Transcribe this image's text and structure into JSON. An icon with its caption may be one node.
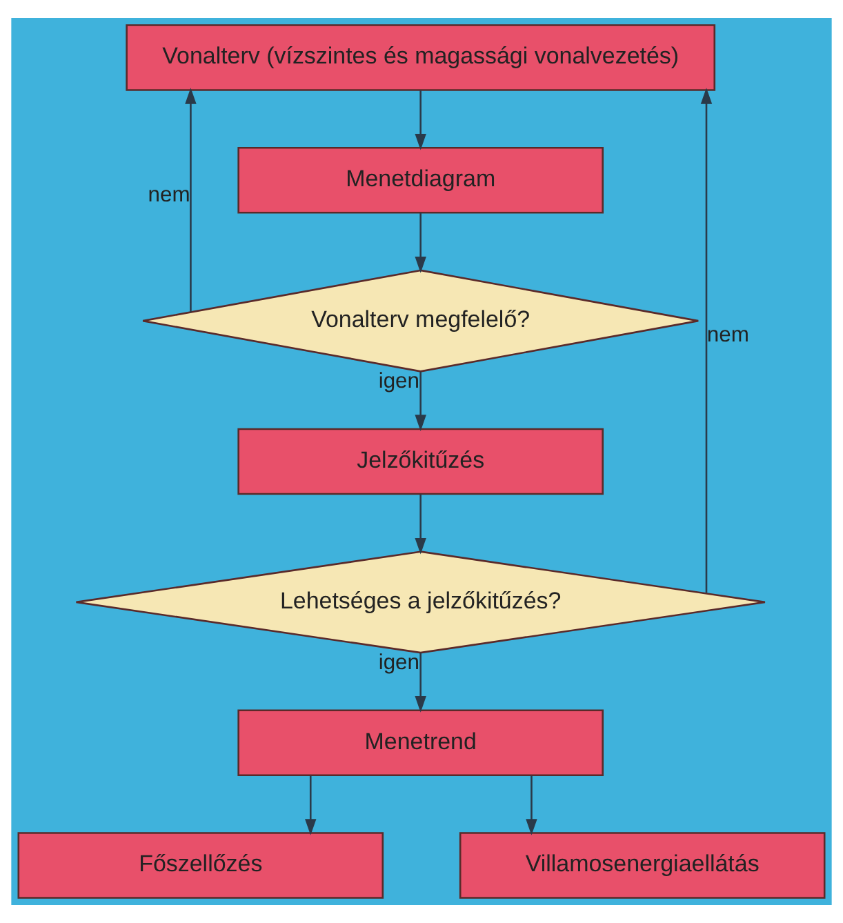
{
  "diagram": {
    "nodes": [
      {
        "text": [
          "Vonalterv (vízszintes és magassági vonalvezetés)"
        ]
      },
      {
        "text": [
          "Menetdiagram"
        ]
      },
      {
        "text": [
          "Vonalterv megfelelő?"
        ]
      },
      {
        "text": [
          "Jelzőkitűzés"
        ]
      },
      {
        "text": [
          "Lehetséges a jelzőkitűzés?"
        ]
      },
      {
        "text": [
          "Menetrend"
        ]
      },
      {
        "text": [
          "Főszellőzés"
        ]
      },
      {
        "text": [
          "Villamosenergiaellátás"
        ]
      }
    ],
    "edges": [
      {
        "from": 0,
        "to": 1,
        "arrow": "to"
      },
      {
        "from": 1,
        "to": 2,
        "arrow": "to"
      },
      {
        "from": 2,
        "to": 0,
        "arrow": "to",
        "label": "nem"
      },
      {
        "from": 2,
        "to": 3,
        "arrow": "to",
        "label": "igen"
      },
      {
        "from": 3,
        "to": 4,
        "arrow": "to"
      },
      {
        "from": 4,
        "to": 0,
        "arrow": "to",
        "label": "nem"
      },
      {
        "from": 4,
        "to": 5,
        "arrow": "to",
        "label": "igen"
      },
      {
        "from": 5,
        "to": 6,
        "arrow": "to"
      },
      {
        "from": 5,
        "to": 7,
        "arrow": "to"
      }
    ]
  }
}
